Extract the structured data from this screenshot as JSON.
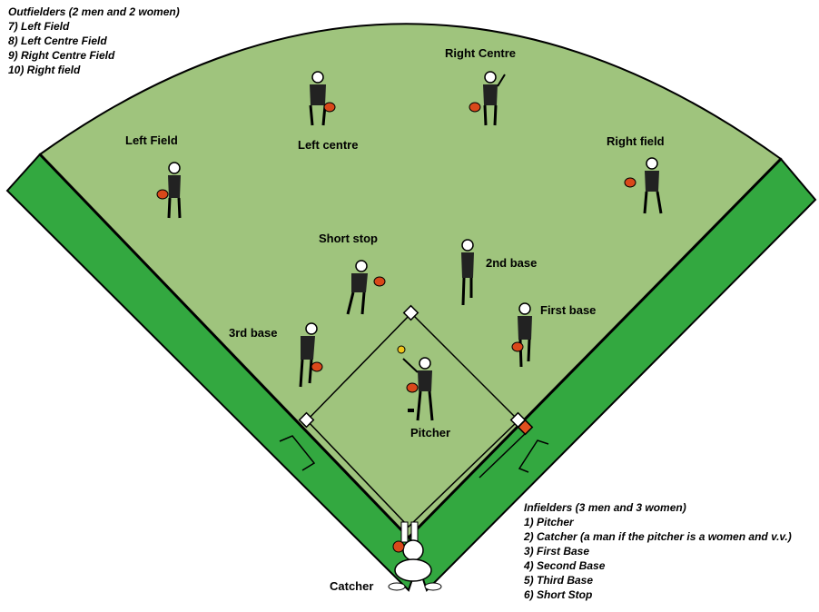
{
  "outfielders": {
    "heading": "Outfielders (2 men and 2 women)",
    "items": [
      "7) Left Field",
      "8) Left Centre Field",
      "9) Right Centre Field",
      "10) Right field"
    ]
  },
  "infielders": {
    "heading": "Infielders (3 men and 3 women)",
    "items": [
      "1) Pitcher",
      "2) Catcher (a man if the pitcher is a women and v.v.)",
      "3) First Base",
      "4) Second Base",
      "5) Third Base",
      "6) Short Stop"
    ]
  },
  "positions": {
    "left_field": "Left Field",
    "left_centre": "Left centre",
    "right_centre": "Right Centre",
    "right_field": "Right field",
    "short_stop": "Short stop",
    "second_base": "2nd base",
    "first_base": "First base",
    "third_base": "3rd base",
    "pitcher": "Pitcher",
    "catcher": "Catcher"
  },
  "colors": {
    "outfield_grass": "#9fc47d",
    "foul_strip": "#33a840",
    "glove": "#d9481a",
    "base": "#ffffff",
    "first_base_marker": "#e0501e"
  }
}
